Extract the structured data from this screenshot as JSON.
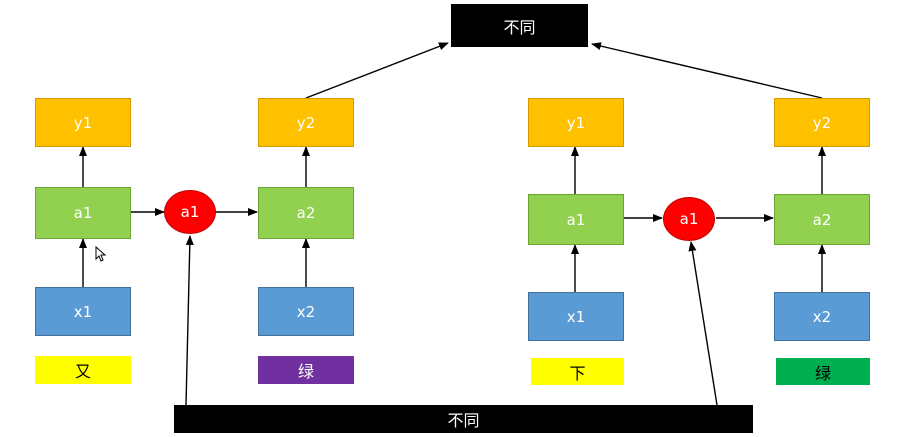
{
  "top_box": "不同",
  "bottom_bar": "不同",
  "left": {
    "y1": "y1",
    "a1": "a1",
    "x1": "x1",
    "label1": "又",
    "mid": "a1",
    "y2": "y2",
    "a2": "a2",
    "x2": "x2",
    "label2": "绿"
  },
  "right": {
    "y1": "y1",
    "a1": "a1",
    "x1": "x1",
    "label1": "下",
    "mid": "a1",
    "y2": "y2",
    "a2": "a2",
    "x2": "x2",
    "label2": "绿"
  },
  "colors": {
    "output_box": "#ffc000",
    "hidden_box": "#92d050",
    "input_box": "#5b9bd5",
    "shared_circle": "#ff0000",
    "label_yellow": "#ffff00",
    "label_purple": "#7030a0",
    "label_green": "#00b050",
    "banner": "#000000"
  }
}
